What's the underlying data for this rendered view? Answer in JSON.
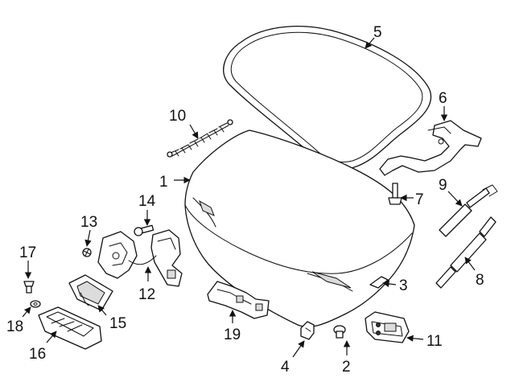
{
  "diagram": {
    "callouts": {
      "c1": "1",
      "c2": "2",
      "c3": "3",
      "c4": "4",
      "c5": "5",
      "c6": "6",
      "c7": "7",
      "c8": "8",
      "c9": "9",
      "c10": "10",
      "c11": "11",
      "c12": "12",
      "c13": "13",
      "c14": "14",
      "c15": "15",
      "c16": "16",
      "c17": "17",
      "c18": "18",
      "c19": "19"
    },
    "colors": {
      "line": "#111111",
      "background": "#ffffff",
      "shade": "#dcdcdc"
    }
  }
}
